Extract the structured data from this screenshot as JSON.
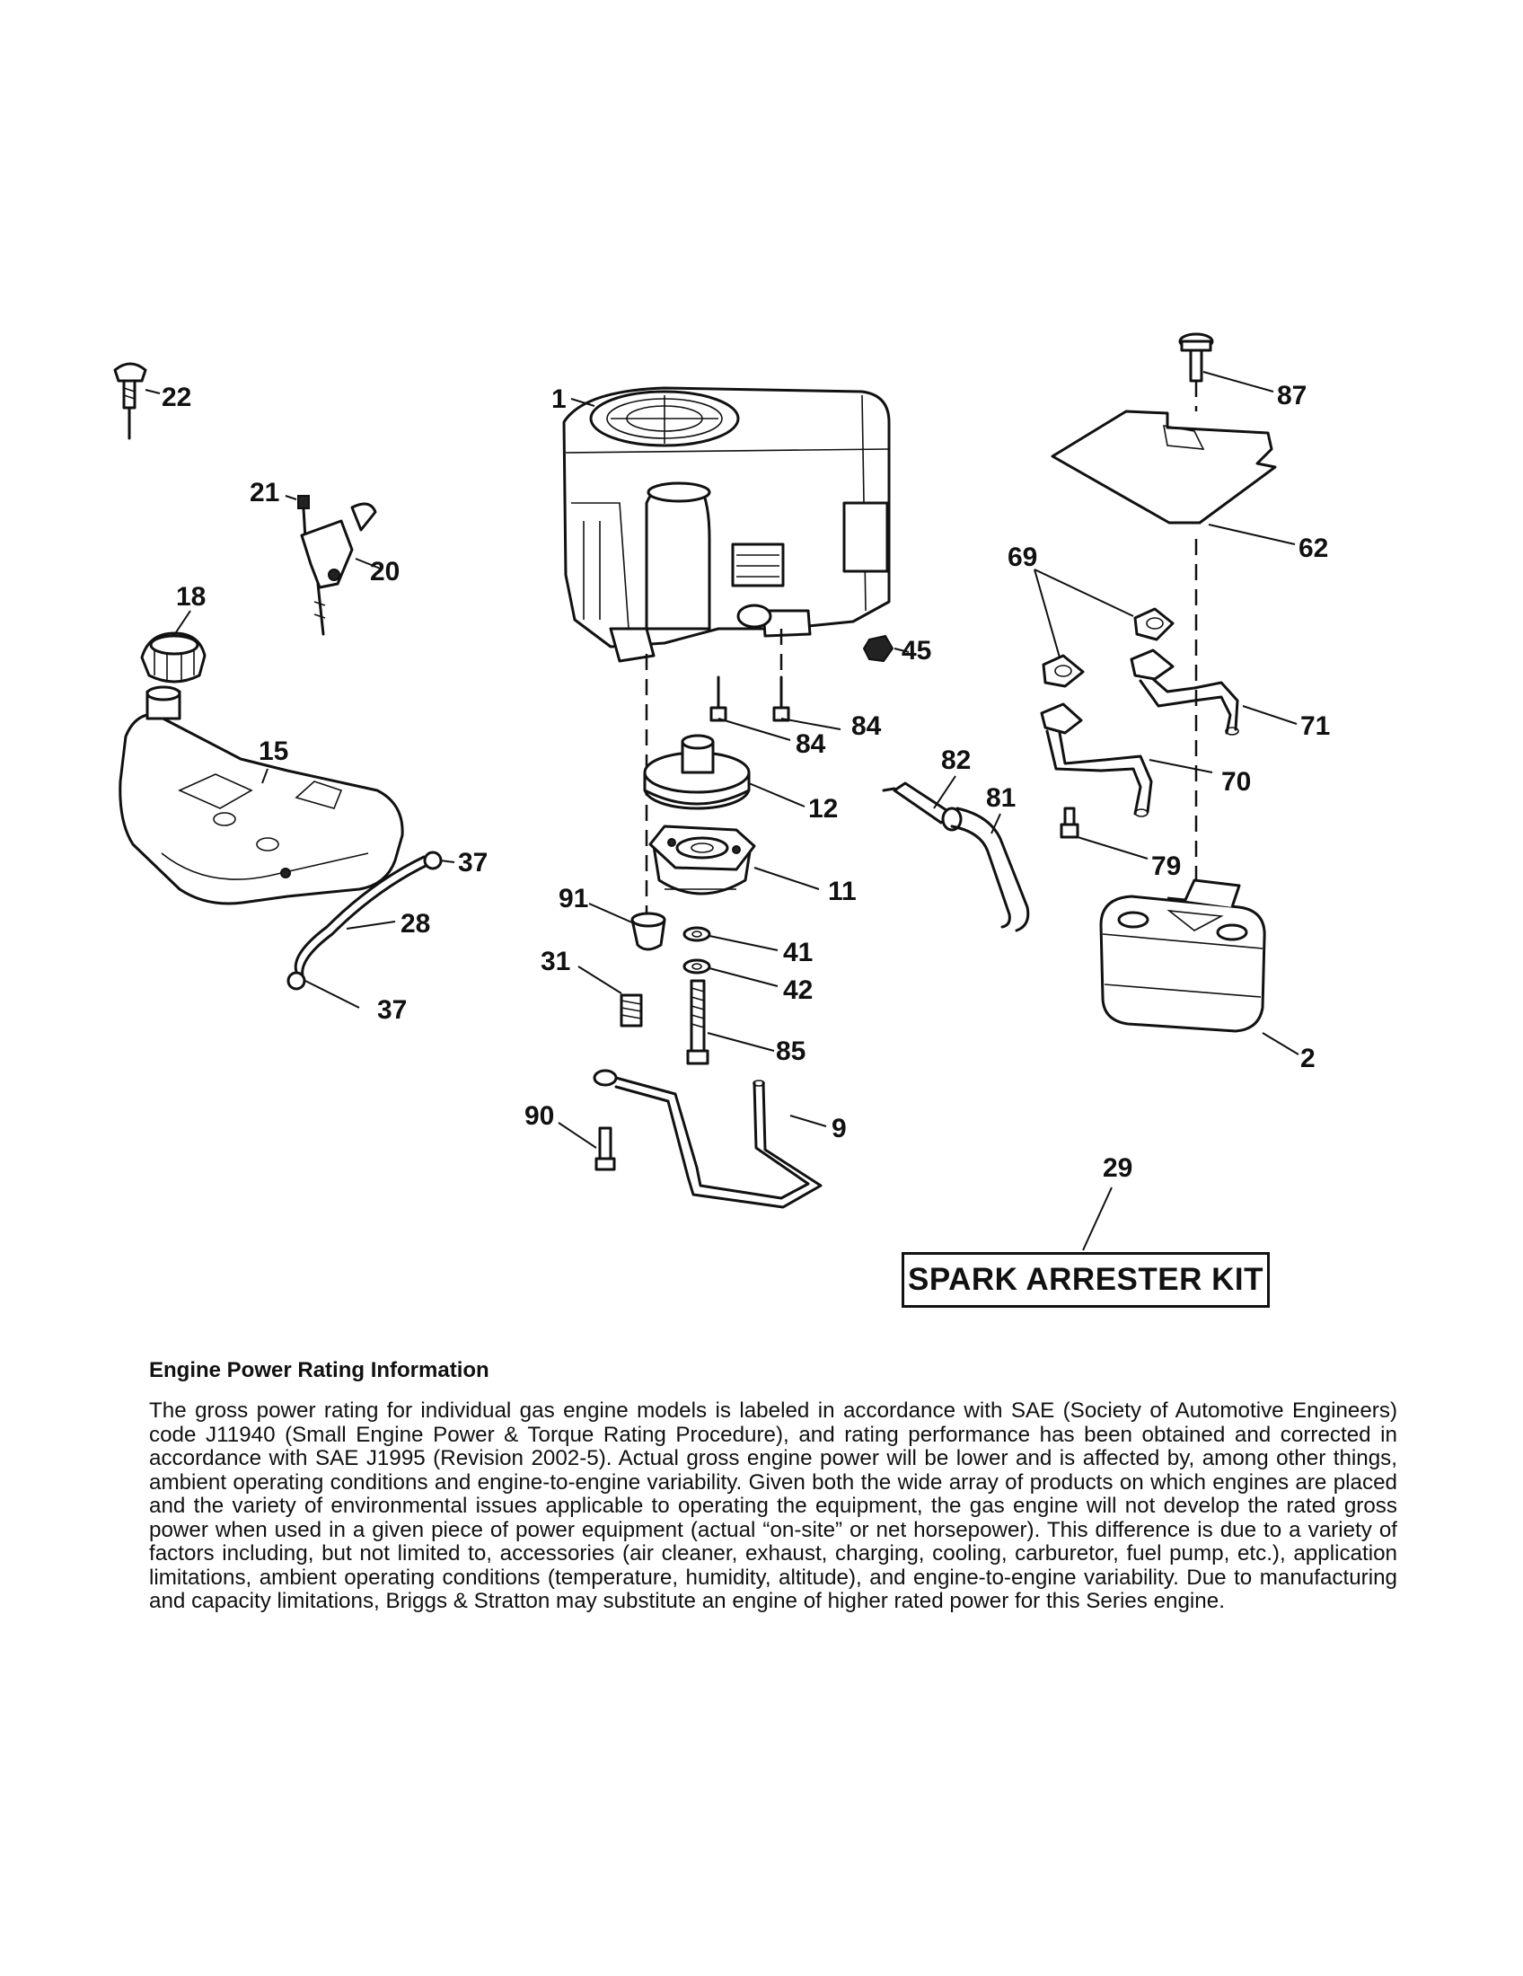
{
  "diagram": {
    "callouts": {
      "c22": "22",
      "c1": "1",
      "c87": "87",
      "c21": "21",
      "c20": "20",
      "c62": "62",
      "c69": "69",
      "c18": "18",
      "c45": "45",
      "c84a": "84",
      "c84b": "84",
      "c71": "71",
      "c15": "15",
      "c82": "82",
      "c70": "70",
      "c81": "81",
      "c12": "12",
      "c37a": "37",
      "c79": "79",
      "c91": "91",
      "c11": "11",
      "c28": "28",
      "c41": "41",
      "c31": "31",
      "c42": "42",
      "c37b": "37",
      "c85": "85",
      "c2": "2",
      "c90": "90",
      "c9": "9",
      "c29": "29"
    },
    "kit_label": "SPARK ARRESTER KIT"
  },
  "info": {
    "title": "Engine Power Rating Information",
    "body": "The gross power rating for individual gas engine models is labeled in accordance with SAE (Society of Automotive Engineers) code J11940 (Small Engine Power & Torque Rating Procedure), and rating performance has been obtained and corrected in accordance with SAE J1995 (Revision 2002-5). Actual gross engine power will be lower and is affected by, among other things, ambient operating conditions and engine-to-engine variability. Given both the wide array of products on which engines are placed and the variety of environmental issues applicable to operating the equipment, the gas engine will not develop the rated gross power when used in a given piece of power equipment (actual “on-site” or net horsepower). This difference is due to a variety of factors including, but not limited to, accessories (air cleaner, exhaust, charging, cooling, carburetor, fuel pump, etc.), application limitations, ambient operating conditions (temperature, humidity, altitude), and engine-to-engine variability. Due to manufacturing and capacity limitations, Briggs & Stratton may substitute an engine of higher rated power for this Series engine."
  }
}
